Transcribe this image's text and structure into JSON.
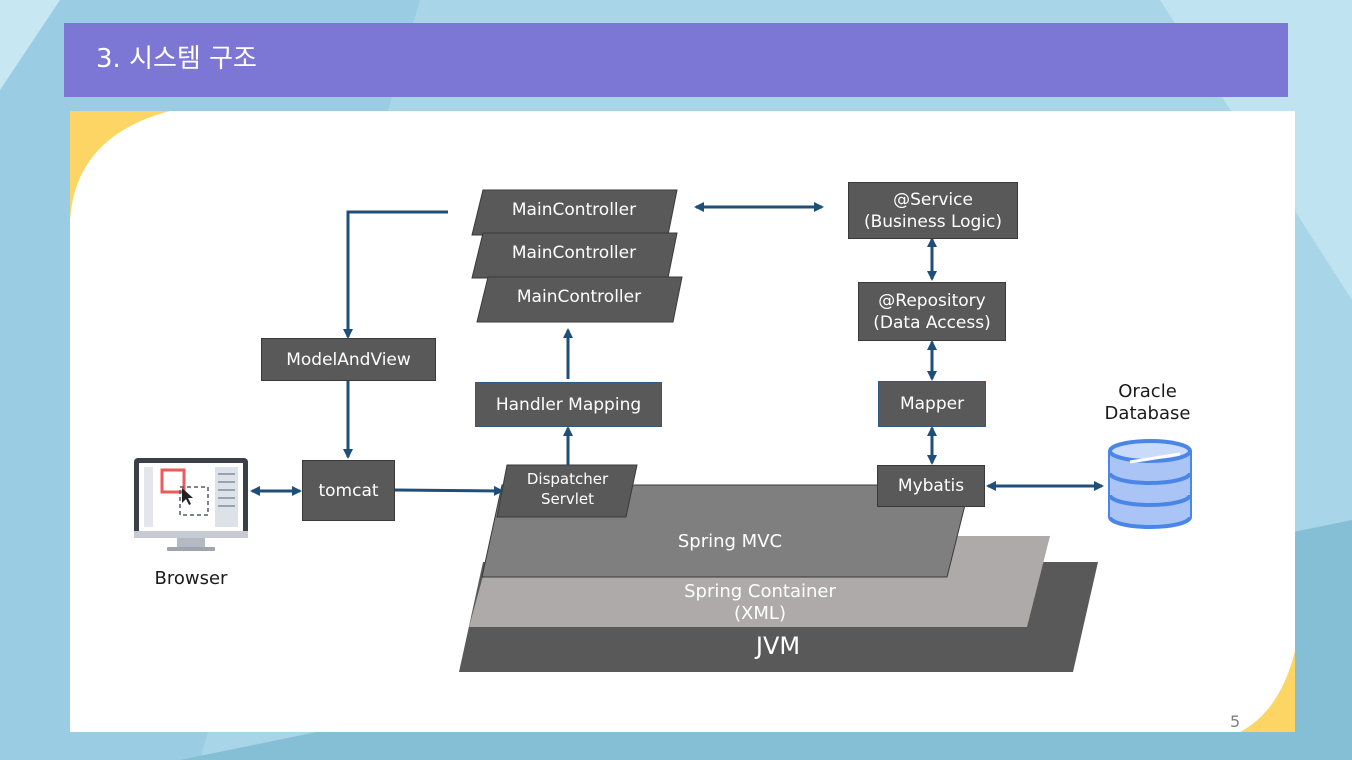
{
  "slide": {
    "title": "3. 시스템 구조",
    "page_number": "5"
  },
  "diagram": {
    "controllers": [
      "MainController",
      "MainController",
      "MainController"
    ],
    "service": {
      "line1": "@Service",
      "line2": "(Business Logic)"
    },
    "repository": {
      "line1": "@Repository",
      "line2": "(Data Access)"
    },
    "model_and_view": "ModelAndView",
    "handler_mapping": "Handler Mapping",
    "mapper": "Mapper",
    "mybatis": "Mybatis",
    "tomcat": "tomcat",
    "dispatcher": {
      "line1": "Dispatcher",
      "line2": "Servlet"
    },
    "spring_mvc": "Spring MVC",
    "spring_container": {
      "line1": "Spring Container",
      "line2": "(XML)"
    },
    "jvm": "JVM",
    "browser_label": "Browser",
    "database_label": {
      "line1": "Oracle",
      "line2": "Database"
    }
  },
  "colors": {
    "title_bar": "#7c77d5",
    "box_fill": "#595959",
    "arrow": "#1f4e79",
    "spring_mvc_layer": "#7f7f7f",
    "spring_container_layer": "#aeaaaa",
    "jvm_layer": "#595959",
    "database": "#6e9cf0"
  },
  "icons": [
    "monitor-browser-icon",
    "database-cylinder-icon"
  ]
}
